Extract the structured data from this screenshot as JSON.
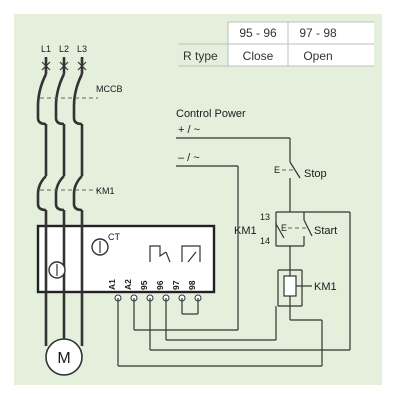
{
  "table": {
    "headers": [
      "95 - 96",
      "97 - 98"
    ],
    "row_label": "R type",
    "values": [
      "Close",
      "Open"
    ]
  },
  "labels": {
    "phases": [
      "L1",
      "L2",
      "L3"
    ],
    "mccb": "MCCB",
    "km1": "KM1",
    "ct": "CT",
    "motor": "M",
    "control_power": "Control Power",
    "plus": "+ / ~",
    "minus": "– / ~",
    "stop": "Stop",
    "start": "Start",
    "km1_aux": "KM1",
    "aux_13": "13",
    "aux_14": "14",
    "km1_coil": "KM1",
    "e_mark_stop": "E",
    "e_mark_start": "E"
  },
  "terminals": [
    "A1",
    "A2",
    "95",
    "96",
    "97",
    "98"
  ],
  "colors": {
    "background": "#e4efdc",
    "panel": "#ffffff",
    "line": "#333333"
  }
}
